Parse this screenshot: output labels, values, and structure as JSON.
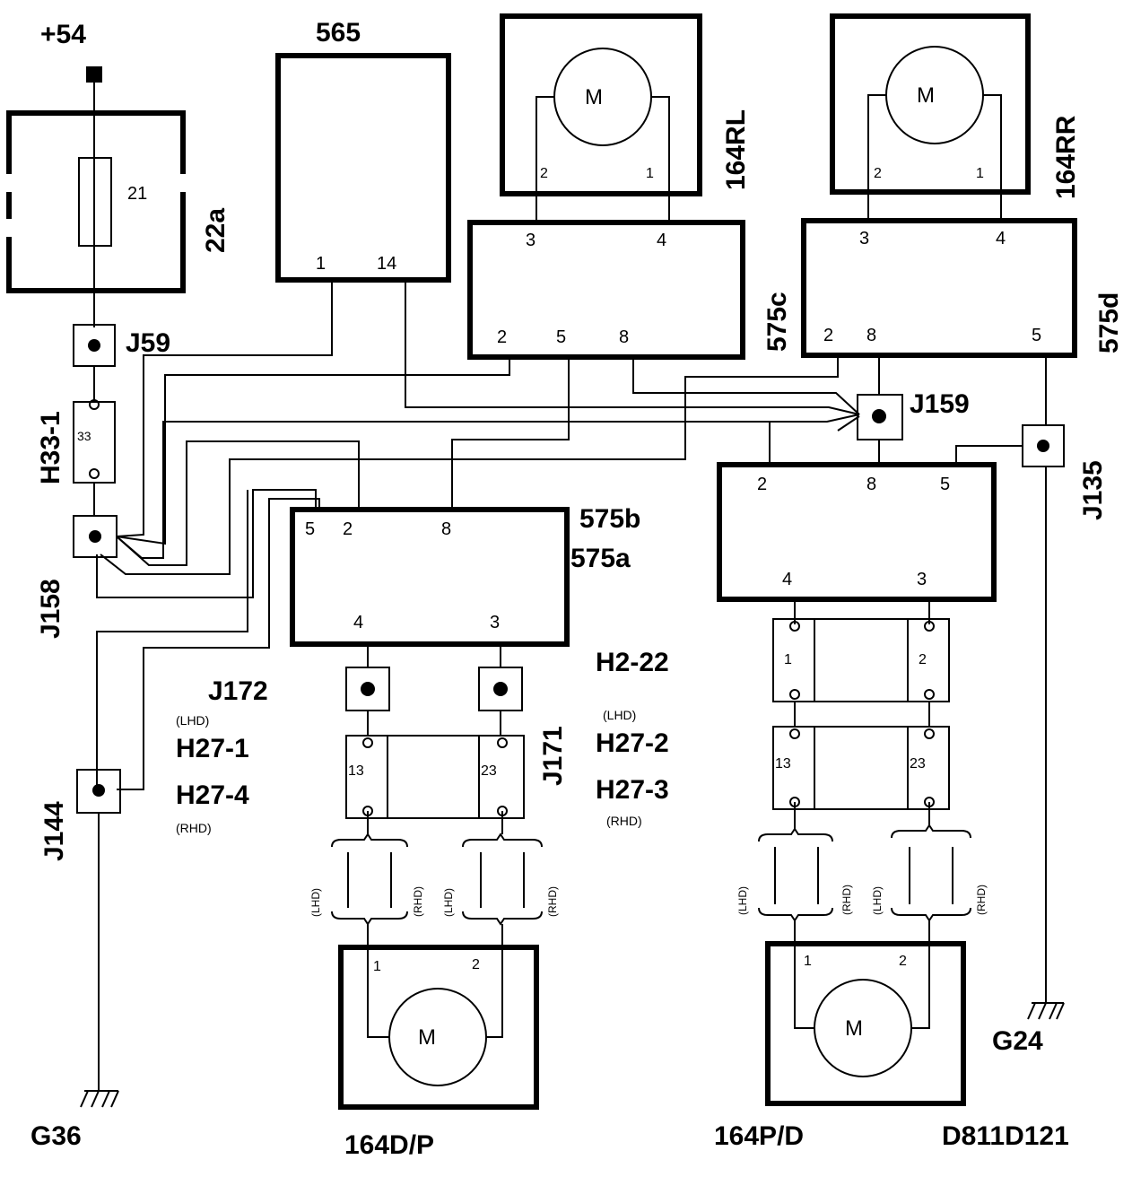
{
  "labels": {
    "supply": "+54",
    "fuse_box": "22a",
    "fuse": "21",
    "ctrl_565": "565",
    "motor_rl": "164RL",
    "motor_rr": "164RR",
    "ecu_575c": "575c",
    "ecu_575d": "575d",
    "ecu_575b": "575b",
    "ecu_575a": "575a",
    "j59": "J59",
    "h33": "H33-1",
    "h33_pin": "33",
    "j158": "J158",
    "j159": "J159",
    "j135": "J135",
    "j144": "J144",
    "j172": "J172",
    "j171": "J171",
    "h2_22": "H2-22",
    "h27_1": "H27-1",
    "h27_4": "H27-4",
    "h27_2": "H27-2",
    "h27_3": "H27-3",
    "lhd": "(LHD)",
    "rhd": "(RHD)",
    "motor_dp": "164D/P",
    "motor_pd": "164P/D",
    "g36": "G36",
    "g24": "G24",
    "diagram_id": "D811D121",
    "motor_symbol": "M"
  },
  "pins": {
    "p1": "1",
    "p2": "2",
    "p3": "3",
    "p4": "4",
    "p5": "5",
    "p8": "8",
    "p13": "13",
    "p14": "14",
    "p23": "23"
  }
}
